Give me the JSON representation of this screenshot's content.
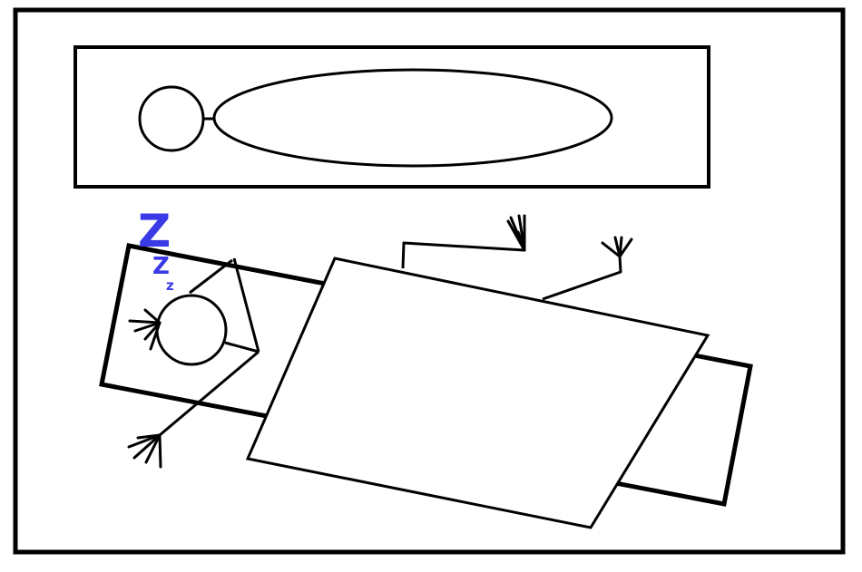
{
  "sleep_text": {
    "large": "Z",
    "medium": "Z",
    "small": "z"
  },
  "colors": {
    "stroke": "#000000",
    "fill": "#ffffff",
    "sleep_z": "#3a3ae6"
  }
}
